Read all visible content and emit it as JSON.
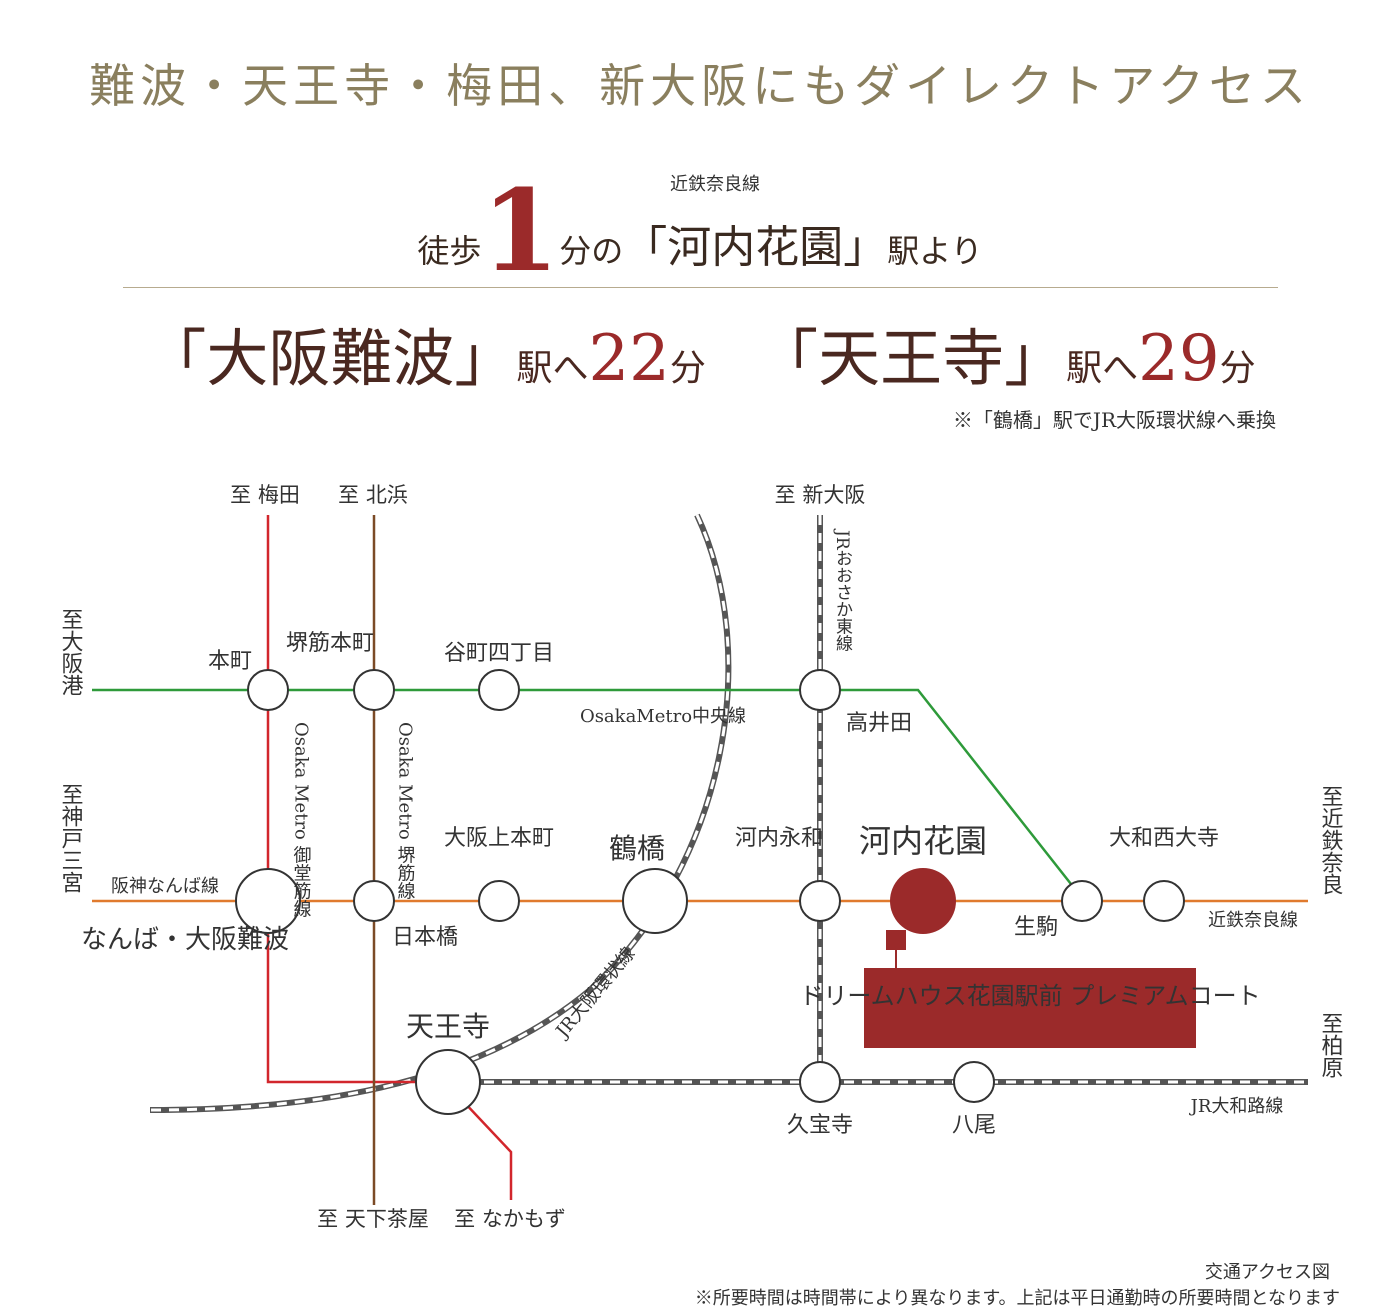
{
  "tagline": "難波・天王寺・梅田、新大阪にもダイレクトアクセス",
  "walk": {
    "prefix": "徒歩",
    "minutes": "1",
    "suffix": "分の",
    "line": "近鉄奈良線",
    "station": "「河内花園」",
    "tail": "駅より"
  },
  "times": [
    {
      "station": "「大阪難波」",
      "eki": "駅へ",
      "minutes": "22",
      "unit": "分"
    },
    {
      "station": "「天王寺」",
      "eki": "駅へ",
      "minutes": "29",
      "unit": "分"
    }
  ],
  "transfer_note": "※「鶴橋」駅でJR大阪環状線へ乗換",
  "map": {
    "directions": {
      "umeda": "至 梅田",
      "kitahama": "至 北浜",
      "shin_osaka": "至 新大阪",
      "osakako": "至大阪港",
      "kobe_sannomiya": "至神戸三宮",
      "kintetsu_nara": "至近鉄奈良",
      "kashiwara": "至柏原",
      "tengachaya": "至 天下茶屋",
      "nakamozu": "至 なかもず"
    },
    "lines": {
      "chuo": "OsakaMetro中央線",
      "midosuji": "Osaka Metro 御堂筋線",
      "sakaisuji": "Osaka Metro 堺筋線",
      "hanshin": "阪神なんば線",
      "kintetsu": "近鉄奈良線",
      "loop": "JR大阪環状線",
      "higashi": "JRおおさか東線",
      "yamatoji": "JR大和路線"
    },
    "stations": {
      "honmachi": "本町",
      "sakaisuji_honmachi": "堺筋本町",
      "tanimachi4": "谷町四丁目",
      "takaida": "高井田",
      "namba": "なんば・大阪難波",
      "nippombashi": "日本橋",
      "uehommachi": "大阪上本町",
      "tsuruhashi": "鶴橋",
      "kawachi_eiwa": "河内永和",
      "kawachi_hanazono": "河内花園",
      "ikoma": "生駒",
      "yamato_saidaiji": "大和西大寺",
      "tennoji": "天王寺",
      "kyuhoji": "久宝寺",
      "yao": "八尾"
    },
    "property": "ドリームハウス花園駅前 プレミアムコート",
    "colors": {
      "chuo": "#2e9a3a",
      "midosuji": "#d2262c",
      "sakaisuji": "#7b4a26",
      "hanshin_kintetsu": "#e07a2e",
      "jr": "#555555",
      "accent": "#9b2a2a"
    }
  },
  "caption": "交通アクセス図",
  "footnote": "※所要時間は時間帯により異なります。上記は平日通勤時の所要時間となります"
}
